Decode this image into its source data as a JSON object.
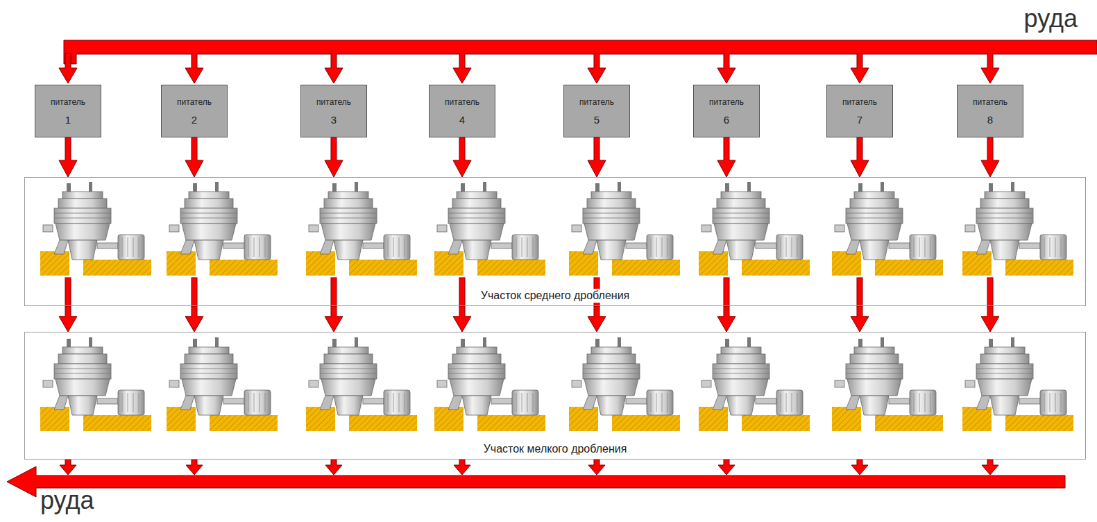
{
  "diagram": {
    "nodes": [
      {
        "text": [
          "питатель",
          "1"
        ]
      },
      {
        "text": [
          "питатель",
          "2"
        ]
      },
      {
        "text": [
          "питатель",
          "3"
        ]
      },
      {
        "text": [
          "питатель",
          "4"
        ]
      },
      {
        "text": [
          "питатель",
          "5"
        ]
      },
      {
        "text": [
          "питатель",
          "6"
        ]
      },
      {
        "text": [
          "питатель",
          "7"
        ]
      },
      {
        "text": [
          "питатель",
          "8"
        ]
      },
      {
        "text": [
          "Участок среднего дробления"
        ]
      },
      {
        "text": [
          "Участок мелкого дробления"
        ]
      }
    ],
    "edges": [
      {
        "from": 0,
        "to": 8,
        "arrow": "to"
      },
      {
        "from": 1,
        "to": 8,
        "arrow": "to"
      },
      {
        "from": 2,
        "to": 8,
        "arrow": "to"
      },
      {
        "from": 3,
        "to": 8,
        "arrow": "to"
      },
      {
        "from": 4,
        "to": 8,
        "arrow": "to"
      },
      {
        "from": 5,
        "to": 8,
        "arrow": "to"
      },
      {
        "from": 6,
        "to": 8,
        "arrow": "to"
      },
      {
        "from": 7,
        "to": 8,
        "arrow": "to"
      },
      {
        "from": 8,
        "to": 9,
        "arrow": "to"
      },
      {
        "from": 8,
        "to": 9,
        "arrow": "to"
      },
      {
        "from": 8,
        "to": 9,
        "arrow": "to"
      },
      {
        "from": 8,
        "to": 9,
        "arrow": "to"
      },
      {
        "from": 8,
        "to": 9,
        "arrow": "to"
      },
      {
        "from": 8,
        "to": 9,
        "arrow": "to"
      },
      {
        "from": 8,
        "to": 9,
        "arrow": "to"
      },
      {
        "from": 8,
        "to": 9,
        "arrow": "to"
      }
    ],
    "labels": [
      "руда",
      "руда"
    ]
  }
}
